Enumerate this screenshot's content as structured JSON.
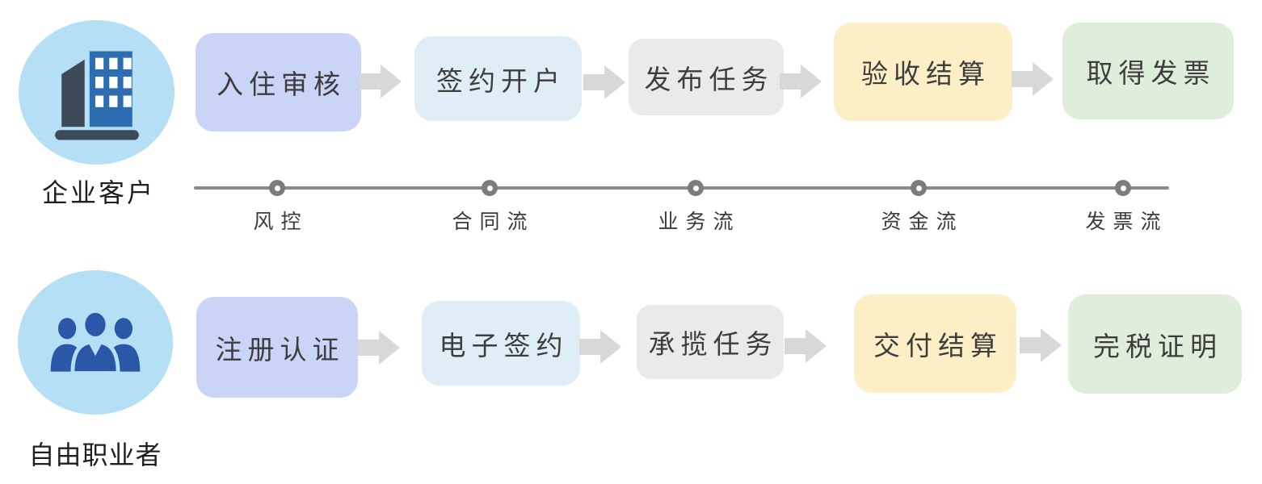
{
  "diagram": {
    "enterprise": {
      "label": "企业客户",
      "icon": "building-icon",
      "steps": [
        {
          "label": "入住审核",
          "color": "#C9D4F7"
        },
        {
          "label": "签约开户",
          "color": "#DEEDF6"
        },
        {
          "label": "发布任务",
          "color": "#EAEAEC"
        },
        {
          "label": "验收结算",
          "color": "#FCEFC6"
        },
        {
          "label": "取得发票",
          "color": "#DFEEDA"
        }
      ]
    },
    "timeline": {
      "items": [
        "风控",
        "合同流",
        "业务流",
        "资金流",
        "发票流"
      ]
    },
    "freelancer": {
      "label": "自由职业者",
      "icon": "people-icon",
      "steps": [
        {
          "label": "注册认证",
          "color": "#C9D4F7"
        },
        {
          "label": "电子签约",
          "color": "#DEEDF6"
        },
        {
          "label": "承揽任务",
          "color": "#EAEAEC"
        },
        {
          "label": "交付结算",
          "color": "#FCEFC6"
        },
        {
          "label": "完税证明",
          "color": "#DFEEDA"
        }
      ]
    },
    "colors": {
      "background": "#FFFFFF",
      "actor_circle": "#B4DFF5",
      "building_dark": "#3C4A5A",
      "building_blue": "#2F6DB2",
      "people_blue": "#2B57A8",
      "arrow": "#D8D8D8",
      "timeline_line": "#8A8A8A",
      "timeline_dot": "#7C7C7C",
      "step_text": "#3D3D3D",
      "actor_text": "#1F1F1F"
    }
  }
}
